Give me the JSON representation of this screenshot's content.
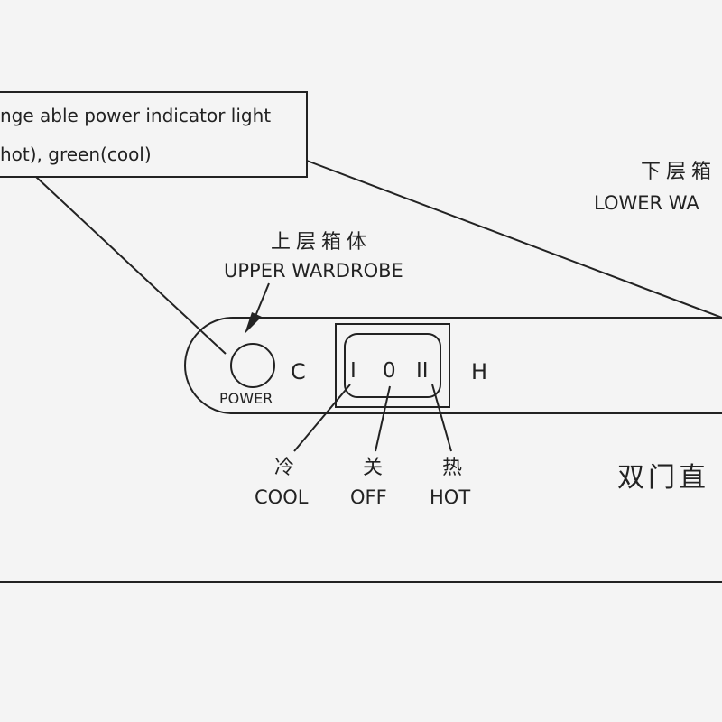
{
  "callout": {
    "line1": "nge able power indicator light",
    "line2": "hot), green(cool)"
  },
  "upper": {
    "zh": "上层箱体",
    "en": "UPPER WARDROBE"
  },
  "lower": {
    "zh": "下层箱",
    "en": "LOWER WA"
  },
  "power_label": "POWER",
  "side_labels": {
    "cool": "C",
    "hot": "H"
  },
  "switch_positions": [
    "I",
    "0",
    "II"
  ],
  "modes": [
    {
      "zh": "冷",
      "en": "COOL"
    },
    {
      "zh": "关",
      "en": "OFF"
    },
    {
      "zh": "热",
      "en": "HOT"
    }
  ],
  "bottom_title": "双门直",
  "colors": {
    "ink": "#222222",
    "paper": "#f4f4f4"
  }
}
